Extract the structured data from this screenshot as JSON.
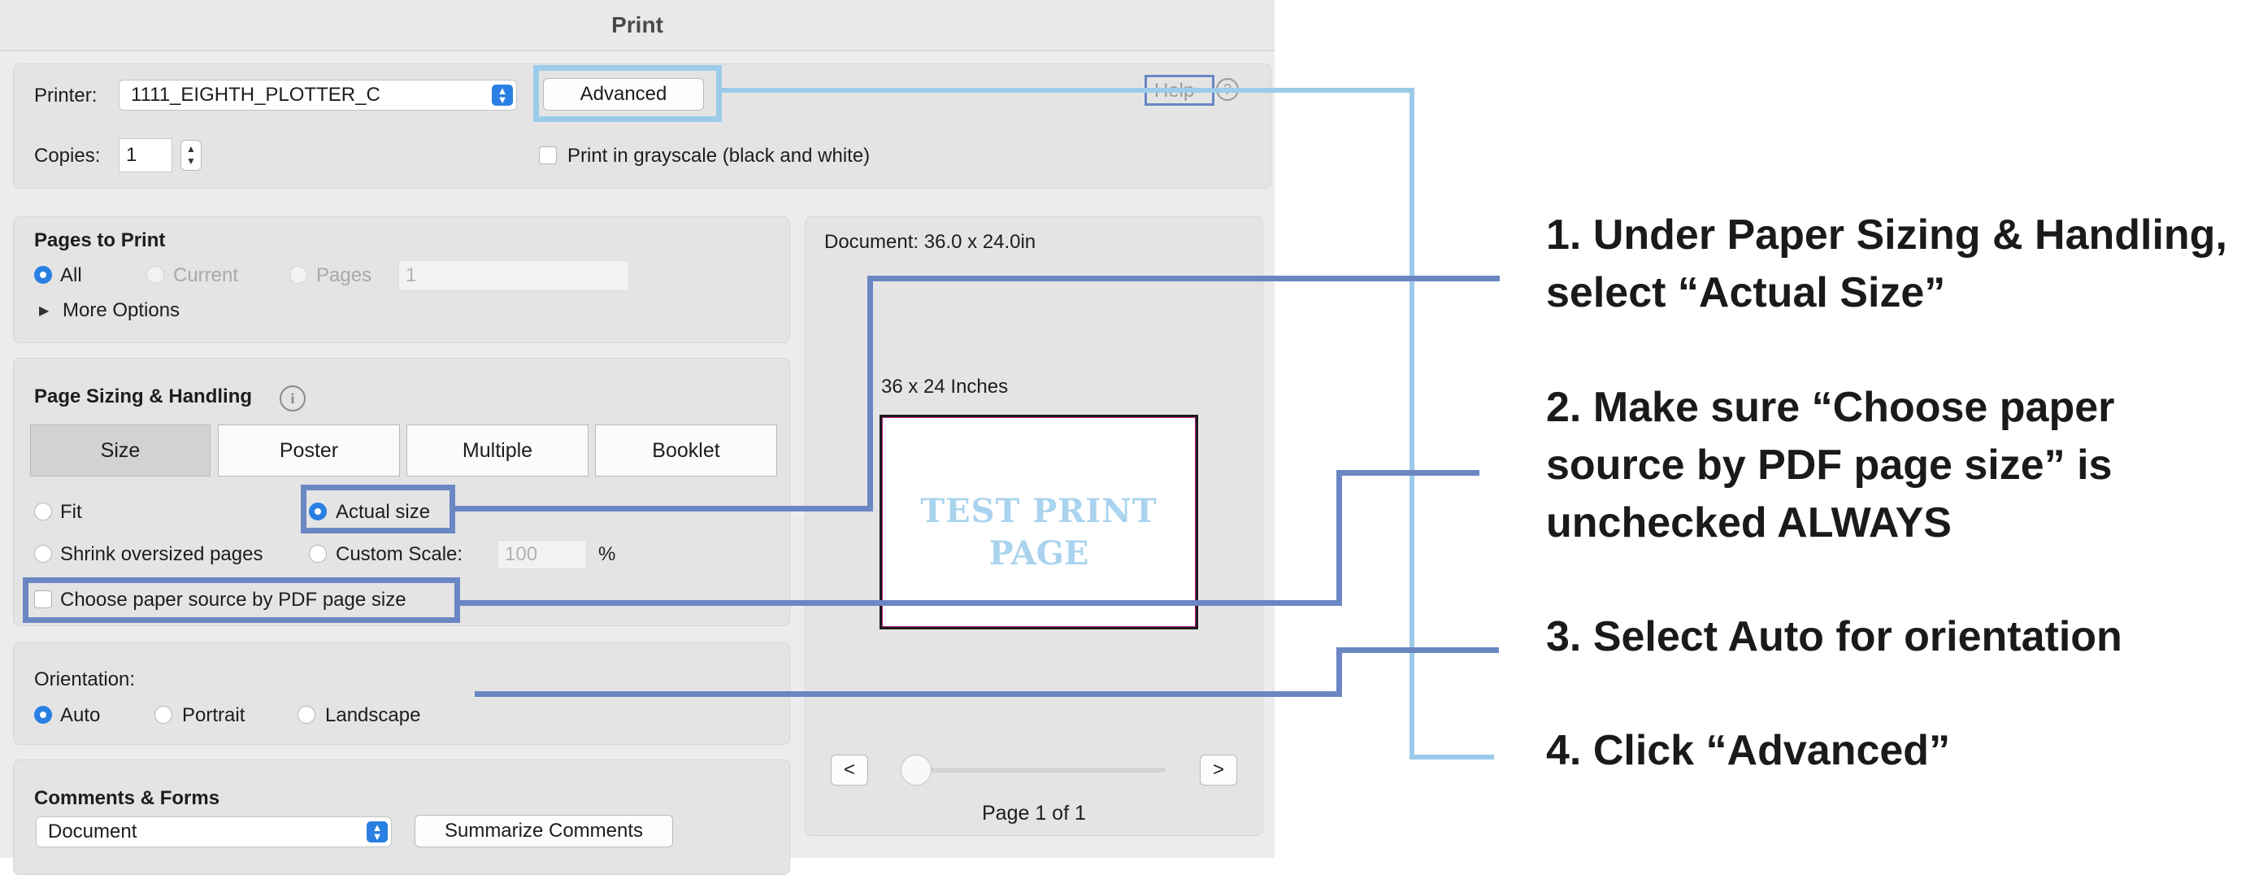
{
  "dialog": {
    "title": "Print",
    "printer_label": "Printer:",
    "printer_value": "1111_EIGHTH_PLOTTER_C",
    "advanced_label": "Advanced",
    "help_label": "Help",
    "copies_label": "Copies:",
    "copies_value": "1",
    "grayscale_label": "Print in grayscale (black and white)"
  },
  "pages_to_print": {
    "heading": "Pages to Print",
    "all": "All",
    "current": "Current",
    "pages": "Pages",
    "pages_value": "1",
    "more_options": "More Options"
  },
  "sizing": {
    "heading": "Page Sizing & Handling",
    "tabs": [
      "Size",
      "Poster",
      "Multiple",
      "Booklet"
    ],
    "selected_tab": "Size",
    "fit": "Fit",
    "actual_size": "Actual size",
    "shrink": "Shrink oversized pages",
    "custom_scale": "Custom Scale:",
    "custom_scale_value": "100",
    "percent": "%",
    "paper_source": "Choose paper source by PDF page size"
  },
  "orientation": {
    "heading": "Orientation:",
    "auto": "Auto",
    "portrait": "Portrait",
    "landscape": "Landscape",
    "selected": "Auto"
  },
  "comments": {
    "heading": "Comments & Forms",
    "select_value": "Document",
    "summarize_label": "Summarize Comments"
  },
  "preview": {
    "document_size": "Document: 36.0 x 24.0in",
    "page_size": "36 x 24 Inches",
    "page_text_line1": "TEST PRINT",
    "page_text_line2": "PAGE",
    "prev": "<",
    "next": ">",
    "page_indicator": "Page 1 of 1"
  },
  "instructions": {
    "step1_line1": "1. Under Paper Sizing & Handling,",
    "step1_line2": "select “Actual Size”",
    "step2_line1": "2. Make sure “Choose paper",
    "step2_line2": "source by PDF page size” is",
    "step2_line3": "unchecked ALWAYS",
    "step3": "3. Select Auto for orientation",
    "step4": "4. Click “Advanced”"
  },
  "colors": {
    "dark_callout": "#6a87c4",
    "light_callout": "#9ccbea",
    "accent": "#2a7fe2",
    "preview_text": "#a9d3ee"
  }
}
